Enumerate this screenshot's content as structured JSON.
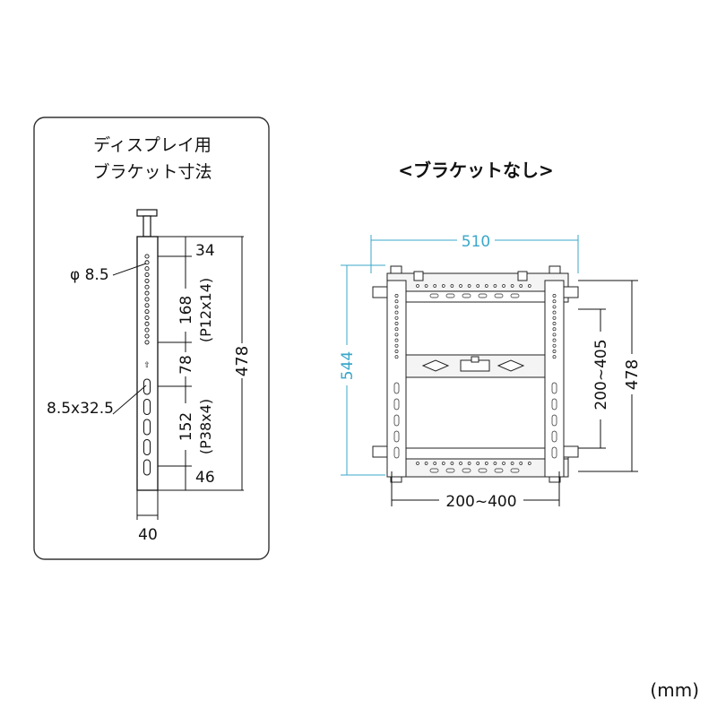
{
  "panel": {
    "title_line1": "ディスプレイ用",
    "title_line2": "ブラケット寸法",
    "dims": {
      "top": "34",
      "holes": "168",
      "holes_pitch": "(P12x14)",
      "middle": "78",
      "slots": "152",
      "slots_pitch": "(P38x4)",
      "bottom": "46",
      "total": "478",
      "width": "40",
      "hole_dia": "φ 8.5",
      "slot_size": "8.5x32.5"
    }
  },
  "main": {
    "title": "<ブラケットなし>",
    "dims": {
      "width": "510",
      "height": "544",
      "vertical_range": "200~405",
      "vertical_total": "478",
      "horizontal_range": "200~400"
    }
  },
  "unit": "(mm)",
  "colors": {
    "accent": "#3aa7c9",
    "line": "#111111",
    "frame": "#999999"
  }
}
